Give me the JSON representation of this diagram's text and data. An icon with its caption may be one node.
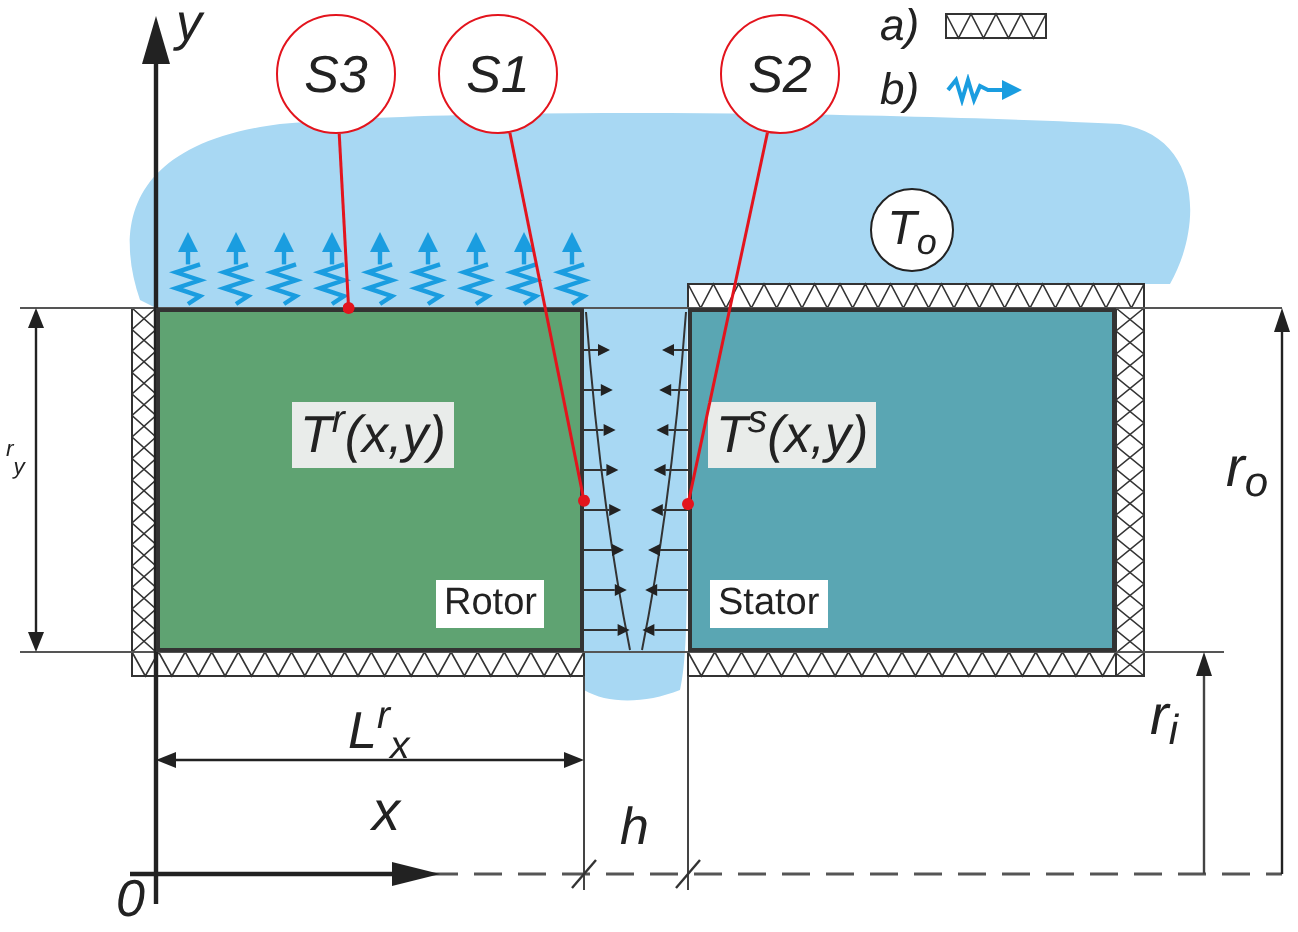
{
  "diagram": {
    "nodes": [
      {
        "text": [
          "S3"
        ]
      },
      {
        "text": [
          "S1"
        ]
      },
      {
        "text": [
          "S2"
        ]
      },
      {
        "text": [
          "T$^{r}$(x,y)",
          "Rotor"
        ]
      },
      {
        "text": [
          "T$^{s}$(x,y)",
          "Stator"
        ]
      },
      {
        "text": [
          "T$_{o}$"
        ]
      }
    ],
    "edges": [
      {
        "from": 0,
        "to": 3,
        "arrow": "other",
        "color": "#e3141d"
      },
      {
        "from": 1,
        "to": 3,
        "arrow": "other",
        "color": "#e3141d"
      },
      {
        "from": 2,
        "to": 4,
        "arrow": "other",
        "color": "#e3141d"
      }
    ],
    "labels": [
      "y",
      "x",
      "0",
      "L$^{r}$$_{x}$",
      "h",
      "r$_{o}$",
      "r$_{i}$",
      "$^{r}$$_{y}$"
    ],
    "legend": [
      {
        "text": "a)"
      },
      {
        "text": "b)"
      }
    ]
  }
}
